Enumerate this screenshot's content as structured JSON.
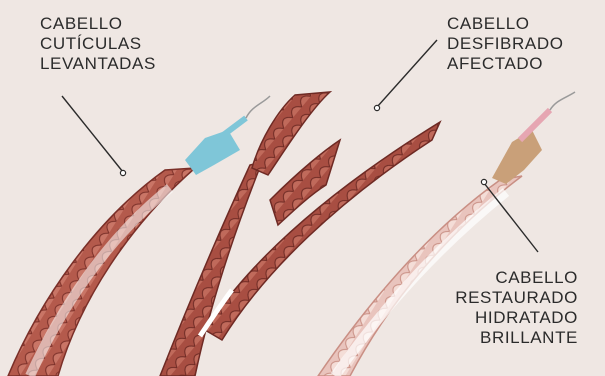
{
  "labels": {
    "left": [
      "CABELLO",
      "CUTÍCULAS",
      "LEVANTADAS"
    ],
    "middle": [
      "CABELLO",
      "DESFIBRADO",
      "AFECTADO"
    ],
    "right": [
      "CABELLO",
      "RESTAURADO",
      "HIDRATADO",
      "BRILLANTE"
    ]
  },
  "colors": {
    "background": "#efe7e3",
    "strand_damaged": "#b45a4c",
    "strand_dark": "#7a2f28",
    "strand_restored": "#e9c4bd",
    "tip_left": "#7fc6d8",
    "tip_right": "#e6a6b2",
    "leader_line": "#2b2b2b"
  }
}
